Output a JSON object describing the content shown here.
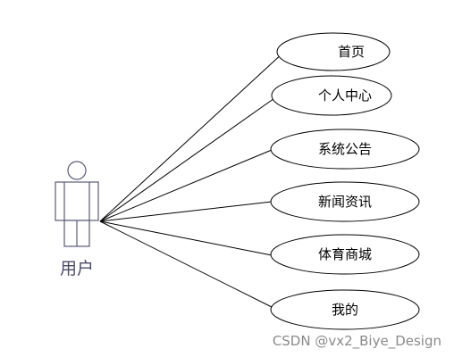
{
  "actor": {
    "label": "用户",
    "icon": "stick-figure-icon",
    "color": "#5a5a7a"
  },
  "use_cases": [
    {
      "label": "首页"
    },
    {
      "label": "个人中心"
    },
    {
      "label": "系统公告"
    },
    {
      "label": "新闻资讯"
    },
    {
      "label": "体育商城"
    },
    {
      "label": "我的"
    }
  ],
  "watermark": "CSDN @vx2_Biye_Design"
}
